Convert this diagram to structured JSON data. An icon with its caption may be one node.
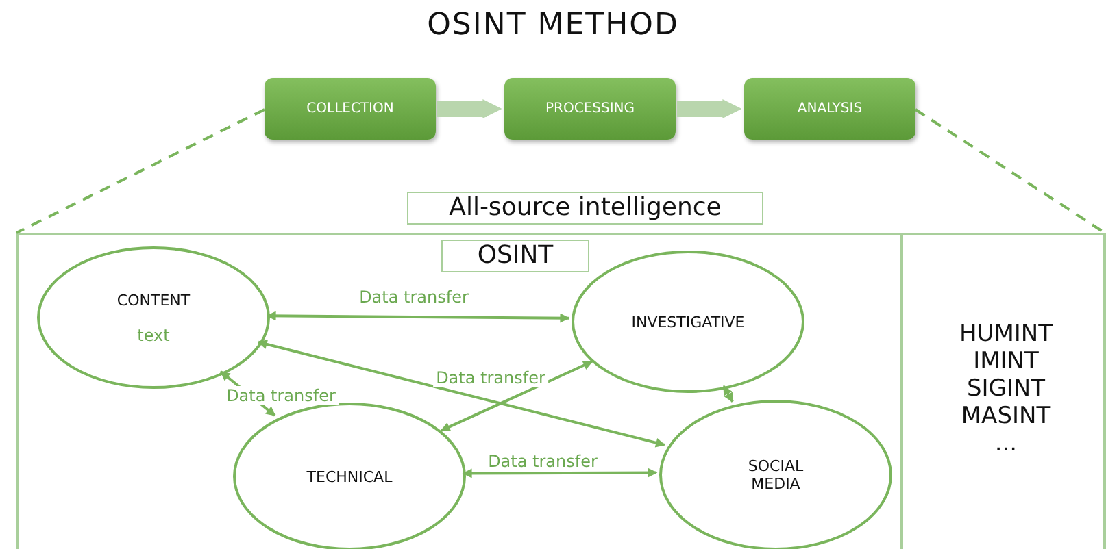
{
  "diagram": {
    "title": "OSINT METHOD",
    "nodes": [
      {
        "text": [
          "COLLECTION"
        ]
      },
      {
        "text": [
          "PROCESSING"
        ]
      },
      {
        "text": [
          "ANALYSIS"
        ]
      },
      {
        "text": [
          "All-source intelligence"
        ]
      },
      {
        "text": [
          "OSINT"
        ],
        "in": 3
      },
      {
        "text": [
          "HUMINT IMINT SIGINT MASINT ..."
        ],
        "in": 3
      },
      {
        "text": [
          "CONTENT",
          "text"
        ],
        "in": 4
      },
      {
        "text": [
          "INVESTIGATIVE"
        ],
        "in": 4
      },
      {
        "text": [
          "TECHNICAL"
        ],
        "in": 4
      },
      {
        "text": [
          "SOCIAL MEDIA"
        ],
        "in": 4
      }
    ],
    "edges": [
      {
        "from": 0,
        "to": 1,
        "arrow": "to",
        "style": "thick",
        "color": "#b9d6ad"
      },
      {
        "from": 1,
        "to": 2,
        "arrow": "to",
        "style": "thick",
        "color": "#b9d6ad"
      },
      {
        "from": 0,
        "to": 3,
        "arrow": "none",
        "style": "dashed"
      },
      {
        "from": 2,
        "to": 3,
        "arrow": "none",
        "style": "dashed"
      },
      {
        "from": 6,
        "to": 7,
        "arrow": "both",
        "label": "Data transfer"
      },
      {
        "from": 6,
        "to": 9,
        "arrow": "both",
        "label": "Data transfer"
      },
      {
        "from": 6,
        "to": 8,
        "arrow": "both",
        "label": "Data transfer"
      },
      {
        "from": 7,
        "to": 8,
        "arrow": "both"
      },
      {
        "from": 7,
        "to": 9,
        "arrow": "both"
      },
      {
        "from": 8,
        "to": 9,
        "arrow": "both",
        "label": "Data transfer"
      }
    ]
  }
}
